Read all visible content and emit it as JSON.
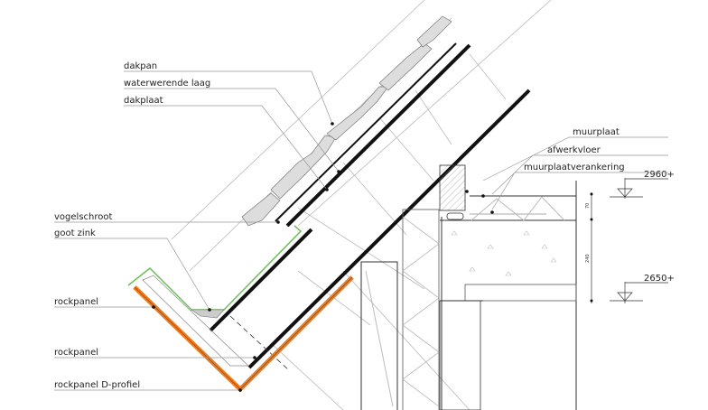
{
  "labels": {
    "dakpan": "dakpan",
    "waterwerende_laag": "waterwerende laag",
    "dakplaat": "dakplaat",
    "vogelschroot": "vogelschroot",
    "goot_zink": "goot zink",
    "rockpanel_1": "rockpanel",
    "rockpanel_2": "rockpanel",
    "rockpanel_d_profiel": "rockpanel D-profiel",
    "muurplaat": "muurplaat",
    "afwerkvloer": "afwerkvloer",
    "muurplaatverankering": "muurplaatverankering"
  },
  "levels": {
    "upper": "2960+",
    "lower": "2650+"
  },
  "dimensions": {
    "floor": "70",
    "slab": "240"
  },
  "colors": {
    "rockpanel": "#f07a1a",
    "gutter": "#6cbf5a",
    "line": "#111111"
  }
}
